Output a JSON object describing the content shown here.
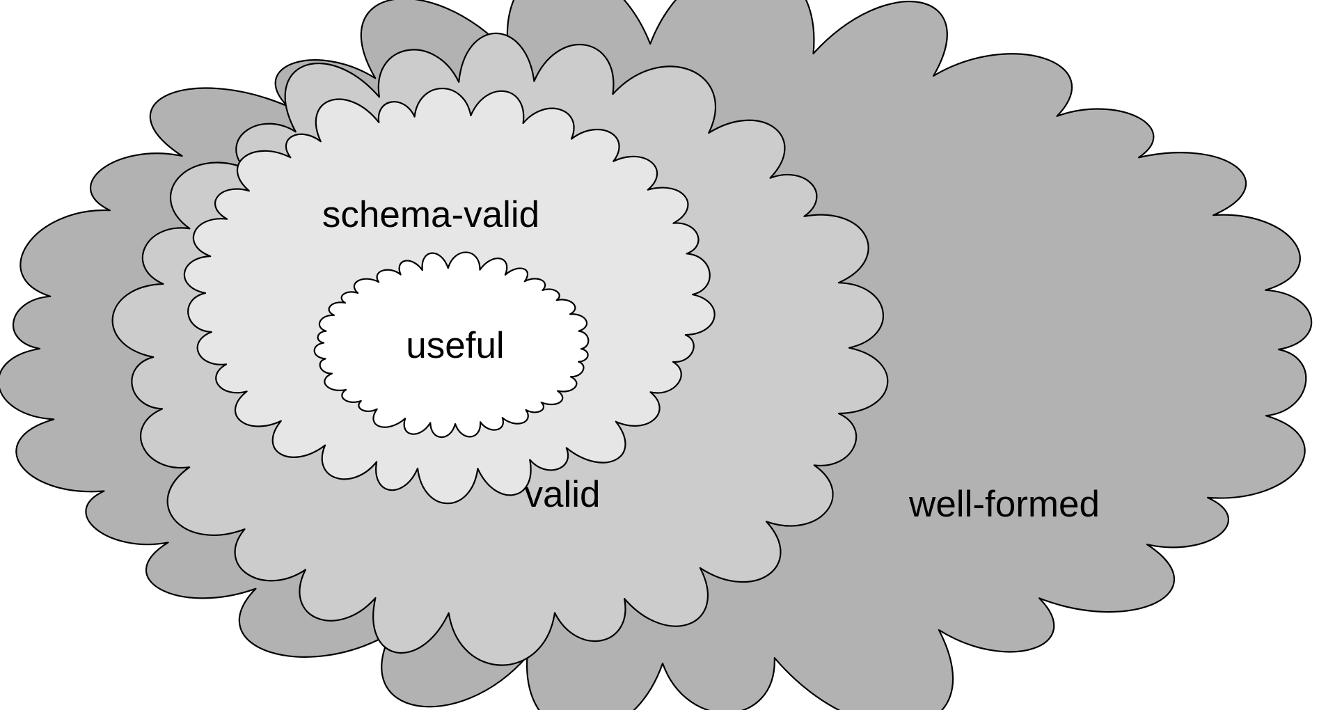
{
  "diagram": {
    "outline_color": "#000000",
    "regions": [
      {
        "id": "well-formed",
        "label": "well-formed",
        "fill": "#b2b2b2"
      },
      {
        "id": "valid",
        "label": "valid",
        "fill": "#cccccc"
      },
      {
        "id": "schema-valid",
        "label": "schema-valid",
        "fill": "#e6e6e6"
      },
      {
        "id": "useful",
        "label": "useful",
        "fill": "#ffffff"
      }
    ]
  }
}
